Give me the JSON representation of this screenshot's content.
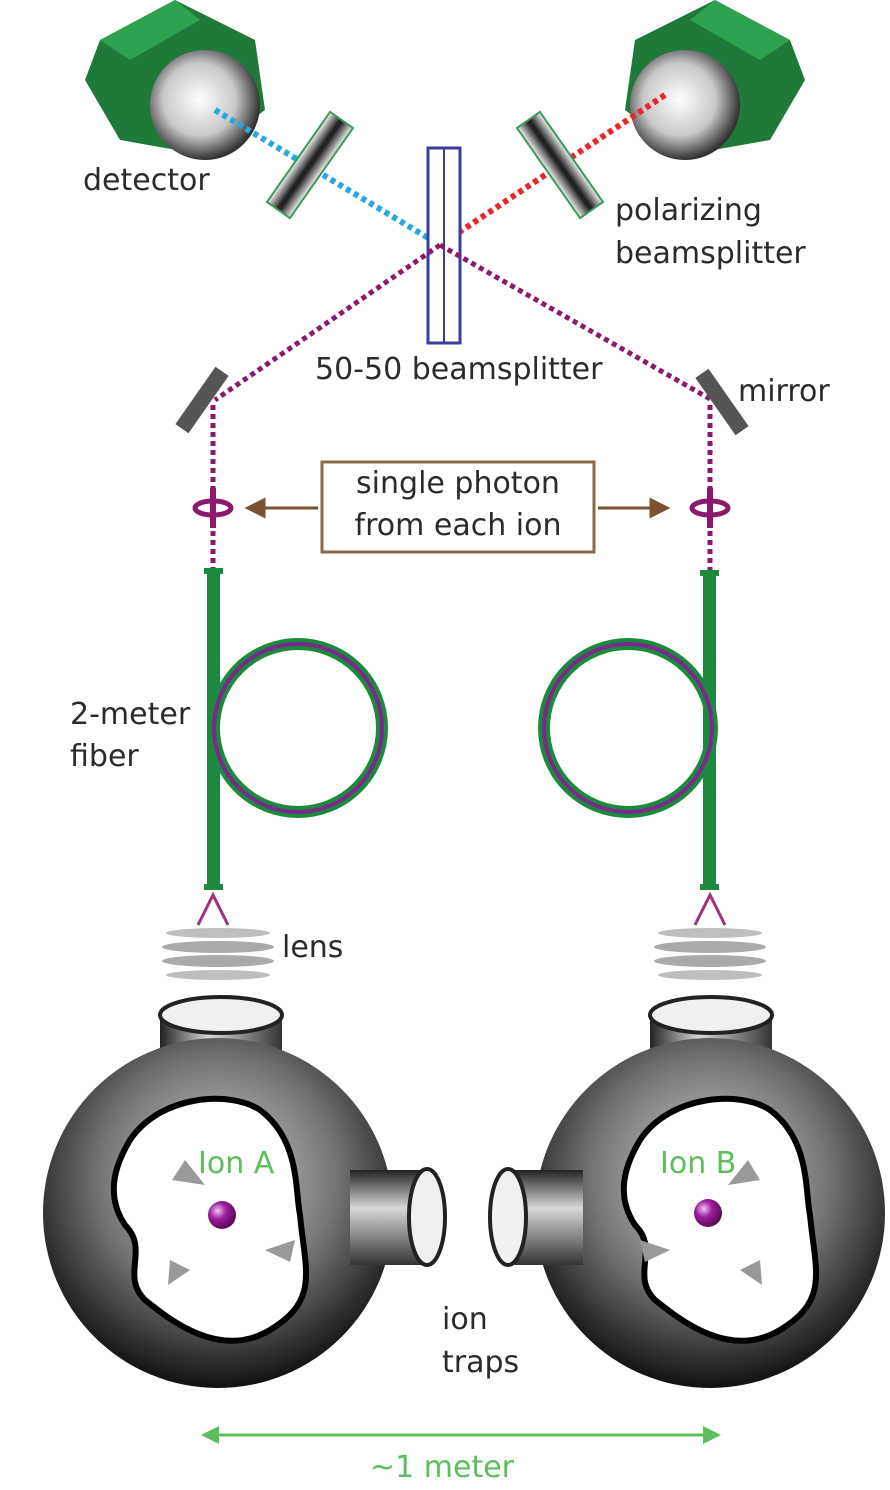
{
  "labels": {
    "detector": "detector",
    "polarizing_1": "polarizing",
    "polarizing_2": "beamsplitter",
    "beamsplitter_5050": "50-50 beamsplitter",
    "mirror": "mirror",
    "single_photon_1": "single photon",
    "single_photon_2": "from each ion",
    "fiber_1": "2-meter",
    "fiber_2": "fiber",
    "lens": "lens",
    "ion_a": "Ion A",
    "ion_b": "Ion B",
    "ion_traps_1": "ion",
    "ion_traps_2": "traps",
    "distance": "~1 meter"
  },
  "colors": {
    "detector_green": "#1f7a3a",
    "blue_beam": "#29a8e0",
    "red_beam": "#e8282b",
    "photon_path": "#8b1a6b",
    "fiber_green": "#1c8a3c",
    "fiber_purple": "#7b2a8c",
    "ion": "#a020a0",
    "ion_label": "#5cbf5c",
    "distance_arrow": "#5cbf5c",
    "box_border": "#8b6a4a",
    "arrow_brown": "#7a5230",
    "beamsplitter_blue": "#3b3ba0",
    "mirror_gray": "#555555"
  }
}
